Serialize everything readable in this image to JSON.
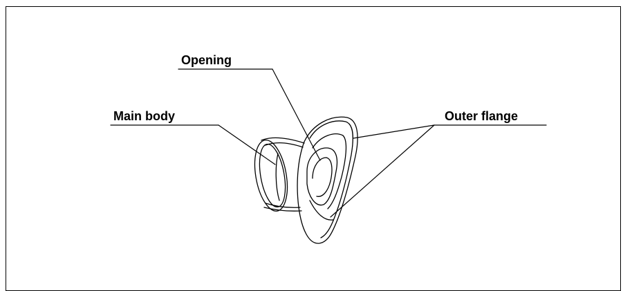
{
  "diagram": {
    "labels": {
      "opening": "Opening",
      "main_body": "Main body",
      "outer_flange": "Outer flange"
    },
    "line_color": "#000000",
    "background": "#ffffff"
  }
}
